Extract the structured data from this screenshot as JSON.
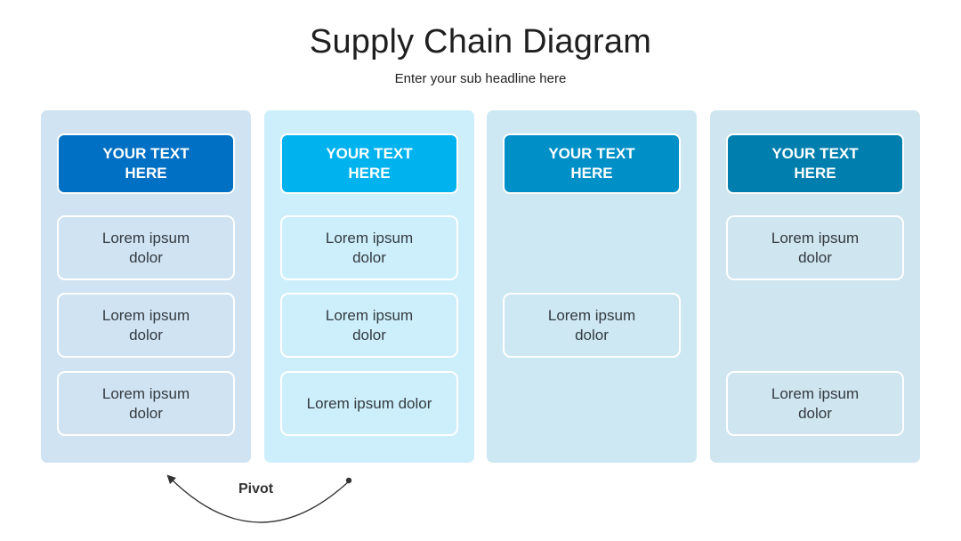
{
  "header": {
    "title": "Supply Chain Diagram",
    "subtitle": "Enter your sub headline here"
  },
  "columns": [
    {
      "header": "YOUR TEXT HERE",
      "header_color": "#0070C4",
      "bg_color": "#CFE3F3",
      "cells": [
        "Lorem ipsum dolor",
        "Lorem ipsum dolor",
        "Lorem ipsum dolor"
      ]
    },
    {
      "header": "YOUR TEXT HERE",
      "header_color": "#00B2EE",
      "bg_color": "#CDEFFB",
      "cells": [
        "Lorem ipsum dolor",
        "Lorem ipsum dolor",
        "Lorem ipsum dolor"
      ]
    },
    {
      "header": "YOUR TEXT HERE",
      "header_color": "#0090C8",
      "bg_color": "#CEE8F3",
      "cells": [
        "",
        "Lorem ipsum dolor",
        ""
      ]
    },
    {
      "header": "YOUR TEXT HERE",
      "header_color": "#007FAE",
      "bg_color": "#CFE5EF",
      "cells": [
        "Lorem ipsum dolor",
        "",
        "Lorem ipsum dolor"
      ]
    }
  ],
  "pivot": {
    "label": "Pivot",
    "arrow_color": "#333333"
  }
}
